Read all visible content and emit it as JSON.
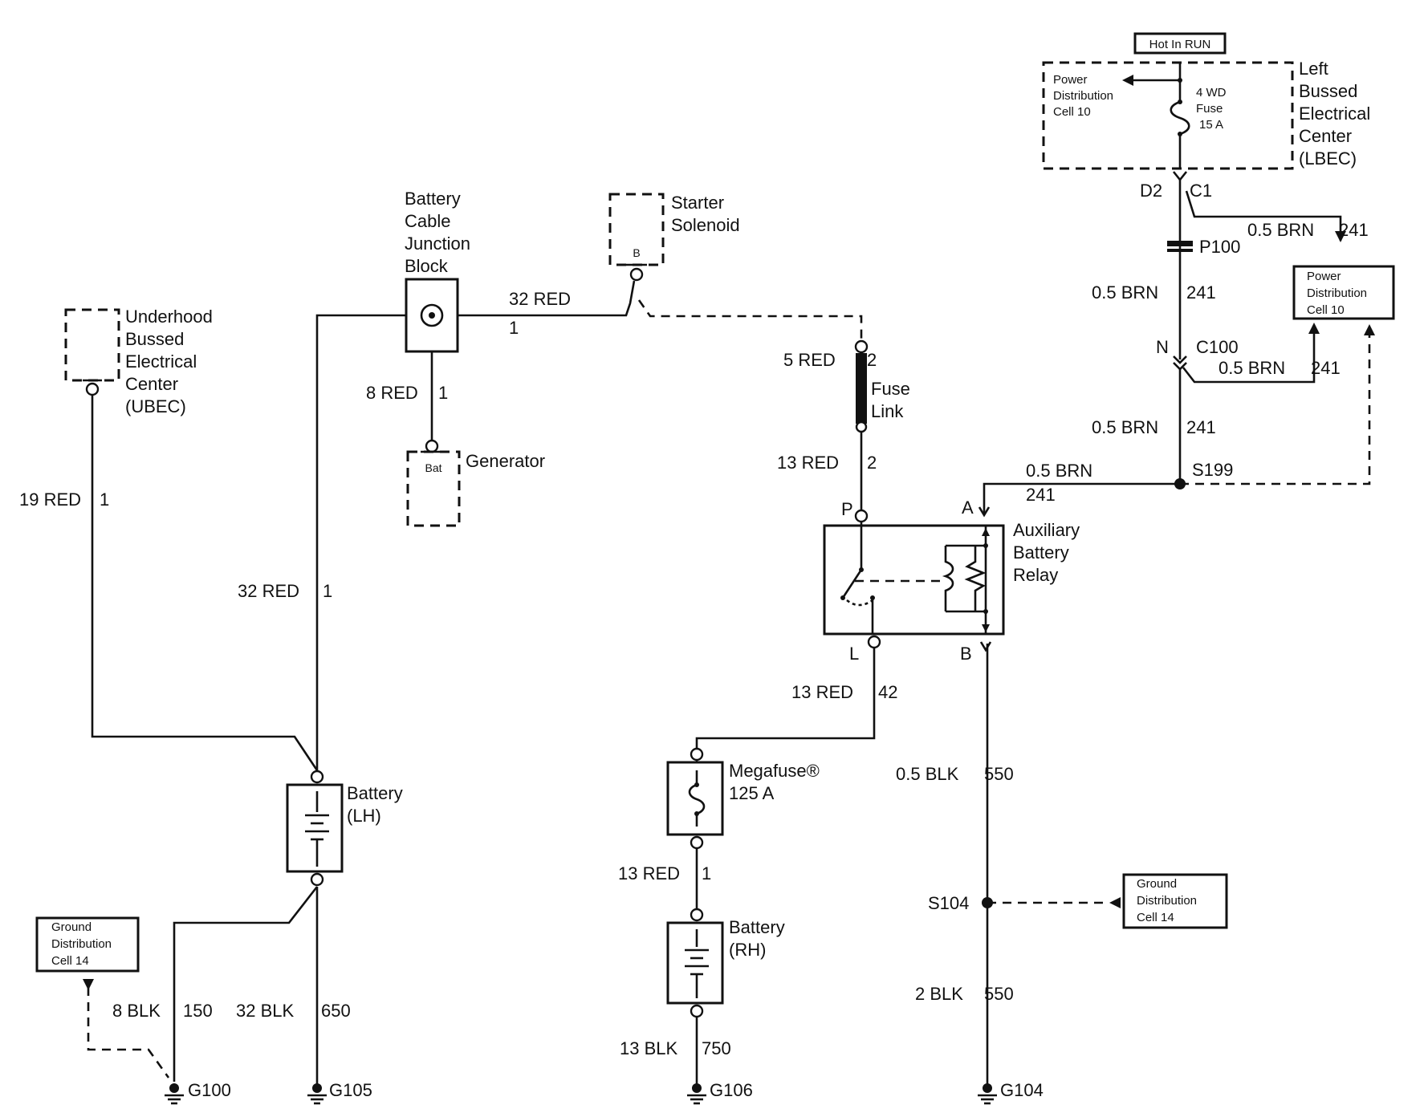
{
  "components": {
    "lbec": {
      "lines": [
        "Left",
        "Bussed",
        "Electrical",
        "Center",
        "(LBEC)"
      ]
    },
    "hot_in_run": "Hot In RUN",
    "lbec_pdc": {
      "lines": [
        "Power",
        "Distribution",
        "Cell 10"
      ]
    },
    "fuse_4wd": {
      "lines": [
        "4 WD",
        "Fuse",
        "15 A"
      ]
    },
    "pdc10_right": {
      "lines": [
        "Power",
        "Distribution",
        "Cell 10"
      ]
    },
    "ubec": {
      "lines": [
        "Underhood",
        "Bussed",
        "Electrical",
        "Center",
        "(UBEC)"
      ]
    },
    "junction_block": {
      "lines": [
        "Battery",
        "Cable",
        "Junction",
        "Block"
      ]
    },
    "starter": {
      "lines": [
        "Starter",
        "Solenoid"
      ],
      "terminal": "B"
    },
    "generator": {
      "label": "Generator",
      "terminal": "Bat"
    },
    "fuse_link": {
      "lines": [
        "Fuse",
        "Link"
      ]
    },
    "relay": {
      "lines": [
        "Auxiliary",
        "Battery",
        "Relay"
      ],
      "pin_p": "P",
      "pin_a": "A",
      "pin_l": "L",
      "pin_b": "B"
    },
    "battery_lh": {
      "lines": [
        "Battery",
        "(LH)"
      ]
    },
    "battery_rh": {
      "lines": [
        "Battery",
        "(RH)"
      ]
    },
    "megafuse": {
      "lines": [
        "Megafuse®",
        "125 A"
      ]
    },
    "gdc_left": {
      "lines": [
        "Ground",
        "Distribution",
        "Cell 14"
      ]
    },
    "gdc_right": {
      "lines": [
        "Ground",
        "Distribution",
        "Cell 14"
      ]
    }
  },
  "connectors": {
    "d2": "D2",
    "c1": "C1",
    "p100": "P100",
    "n": "N",
    "c100": "C100",
    "s199": "S199",
    "s104": "S104"
  },
  "wires": {
    "w_241_a": {
      "gauge": "0.5 BRN",
      "circuit": "241"
    },
    "w_241_b": {
      "gauge": "0.5 BRN",
      "circuit": "241"
    },
    "w_241_c": {
      "gauge": "0.5 BRN",
      "circuit": "241"
    },
    "w_241_d": {
      "gauge": "0.5 BRN",
      "circuit": "241"
    },
    "w_241_e": {
      "gauge": "0.5 BRN",
      "circuit": "241"
    },
    "w_top_red": {
      "gauge": "32 RED",
      "circuit": "1"
    },
    "w_gen": {
      "gauge": "8 RED",
      "circuit": "1"
    },
    "w_ubec": {
      "gauge": "19 RED",
      "circuit": "1"
    },
    "w_lh": {
      "gauge": "32 RED",
      "circuit": "1"
    },
    "w_fl_top": {
      "gauge": "5 RED",
      "circuit": "2"
    },
    "w_fl_bot": {
      "gauge": "13 RED",
      "circuit": "2"
    },
    "w_relay_l": {
      "gauge": "13 RED",
      "circuit": "42"
    },
    "w_mega": {
      "gauge": "13 RED",
      "circuit": "1"
    },
    "w_550_a": {
      "gauge": "0.5 BLK",
      "circuit": "550"
    },
    "w_550_b": {
      "gauge": "2 BLK",
      "circuit": "550"
    },
    "w_150": {
      "gauge": "8 BLK",
      "circuit": "150"
    },
    "w_650": {
      "gauge": "32 BLK",
      "circuit": "650"
    },
    "w_750": {
      "gauge": "13 BLK",
      "circuit": "750"
    }
  },
  "grounds": {
    "g100": "G100",
    "g105": "G105",
    "g106": "G106",
    "g104": "G104"
  }
}
